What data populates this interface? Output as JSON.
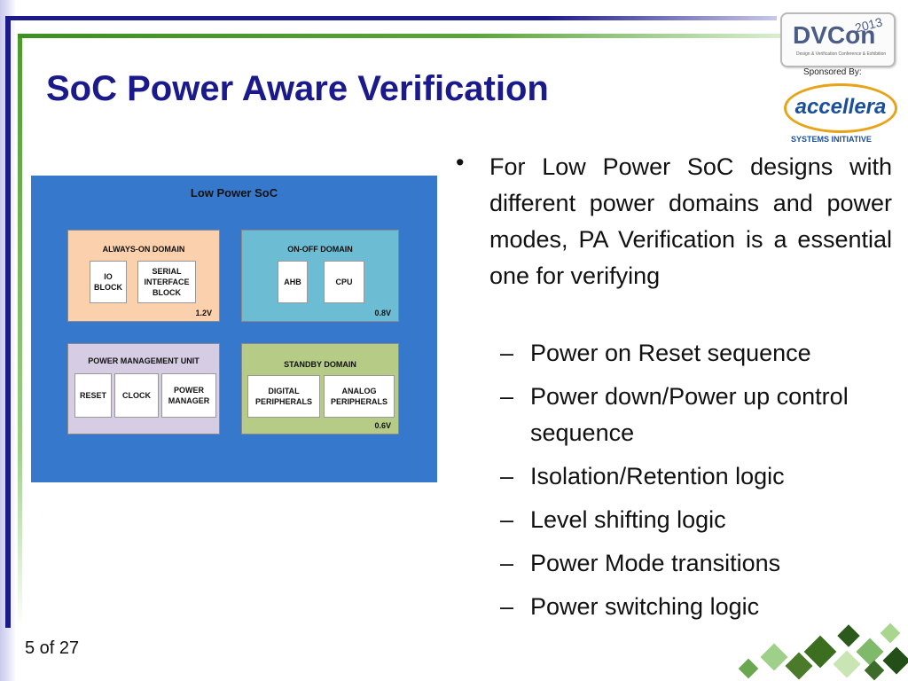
{
  "slide": {
    "title": "SoC Power Aware Verification",
    "page_number": "5 of 27"
  },
  "logos": {
    "dvcon_main": "DVCon",
    "dvcon_year": "2013",
    "dvcon_sub": "Design & Verification Conference & Exhibition",
    "sponsored_by": "Sponsored By:",
    "accellera": "accellera",
    "systems_initiative": "SYSTEMS INITIATIVE"
  },
  "diagram": {
    "title": "Low Power SoC",
    "domains": {
      "always_on": {
        "label": "ALWAYS-ON DOMAIN",
        "voltage": "1.2V",
        "blocks": [
          "IO\nBLOCK",
          "SERIAL\nINTERFACE\nBLOCK"
        ]
      },
      "on_off": {
        "label": "ON-OFF DOMAIN",
        "voltage": "0.8V",
        "blocks": [
          "AHB",
          "CPU"
        ]
      },
      "power_mgmt": {
        "label": "POWER MANAGEMENT UNIT",
        "voltage": "",
        "blocks": [
          "RESET",
          "CLOCK",
          "POWER\nMANAGER"
        ]
      },
      "standby": {
        "label": "STANDBY DOMAIN",
        "voltage": "0.6V",
        "blocks": [
          "DIGITAL\nPERIPHERALS",
          "ANALOG\nPERIPHERALS"
        ]
      }
    },
    "colors": {
      "panel": "#3679cc",
      "always_on": "#fbd0ad",
      "on_off": "#6cbcd4",
      "power_mgmt": "#d6cde5",
      "standby": "#b6cc86"
    }
  },
  "bullets": {
    "main": "For Low Power SoC designs with different power domains and power modes, PA Verification is a essential one for verifying",
    "sub": [
      "Power on Reset sequence",
      "Power down/Power up control sequence",
      "Isolation/Retention logic",
      "Level shifting logic",
      "Power Mode transitions",
      "Power switching logic"
    ]
  },
  "theme": {
    "title_color": "#1a1a8c",
    "accent_green": "#4a9b2a"
  }
}
